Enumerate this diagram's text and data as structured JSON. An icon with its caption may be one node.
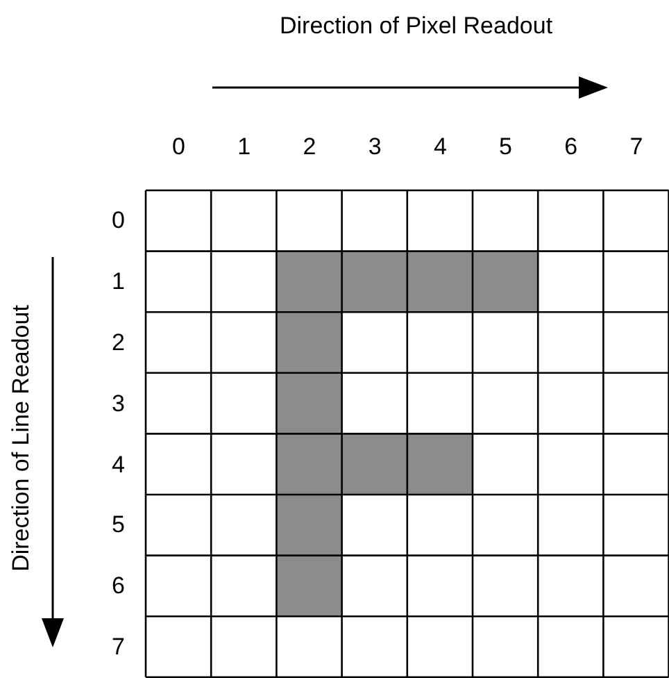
{
  "diagram": {
    "labels": [
      "Direction of Pixel Readout",
      "0",
      "1",
      "2",
      "3",
      "4",
      "5",
      "6",
      "7",
      "Direction of Line Readout",
      "0",
      "1",
      "2",
      "3",
      "4",
      "5",
      "6",
      "7"
    ]
  }
}
